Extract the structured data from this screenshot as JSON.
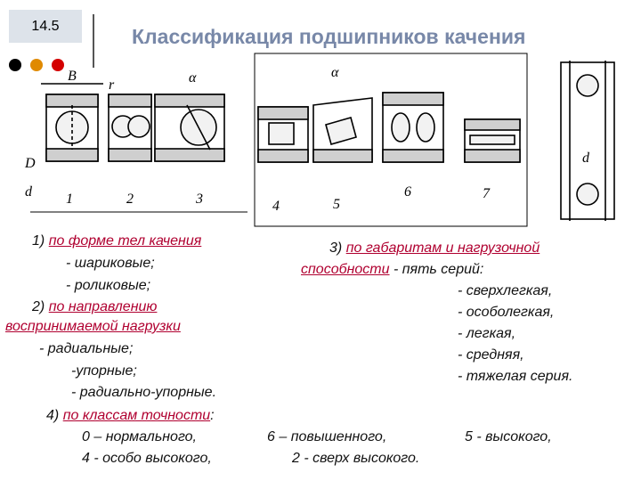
{
  "slide": {
    "number": "14.5",
    "title": "Классификация подшипников качения",
    "dot_colors": [
      "#000000",
      "#e08a00",
      "#d40000"
    ]
  },
  "figure": {
    "labels": {
      "b": "B",
      "r": "r",
      "alpha1": "α",
      "alpha2": "α",
      "D": "D",
      "d": "d",
      "dthrust": "d",
      "n1": "1",
      "n2": "2",
      "n3": "3",
      "n4": "4",
      "n5": "5",
      "n6": "6",
      "n7": "7"
    }
  },
  "left_text": {
    "i1_num": "1)",
    "i1_head": "по форме тел качения",
    "i1_a": "- шариковые;",
    "i1_b": "- роликовые;",
    "i2_num": "2)",
    "i2_head_a": "по направлению",
    "i2_head_b": "воспринимаемой нагрузки",
    "i2_a": "- радиальные;",
    "i2_b": "-упорные;",
    "i2_c": "- радиально-упорные."
  },
  "right_text": {
    "i3_num": "3)",
    "i3_head_a": "по габаритам и нагрузочной",
    "i3_head_b": "способности",
    "i3_tail": " - пять серий:",
    "s1": "- сверхлегкая,",
    "s2": "- особолегкая,",
    "s3": "- легкая,",
    "s4": "- средняя,",
    "s5": "- тяжелая серия."
  },
  "bottom_text": {
    "i4_num": "4)",
    "i4_head": "по классам точности",
    "i4_colon": ":",
    "c0": "0 – нормального,",
    "c6": "6 – повышенного,",
    "c5": "5 -  высокого,",
    "c4": "4 - особо высокого,",
    "c2": "2 - сверх высокого."
  }
}
